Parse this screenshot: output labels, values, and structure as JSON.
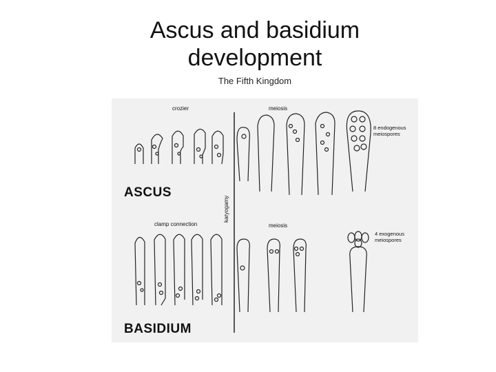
{
  "title": "Ascus and basidium\ndevelopment",
  "title_line1": "Ascus and basidium",
  "title_line2": "development",
  "subtitle": "The Fifth Kingdom",
  "figure": {
    "ascus_label": "ASCUS",
    "basidium_label": "BASIDIUM",
    "crozier_label": "crozier",
    "meiosis_label_top": "meiosis",
    "meiosis_label_bottom": "meiosis",
    "clamp_label": "clamp connection",
    "karyogamy_label": "karyogamy",
    "endogenous_note": "8 endogenous\nmeiospores",
    "exogenous_note": "4 exogenous\nmeiospores"
  }
}
